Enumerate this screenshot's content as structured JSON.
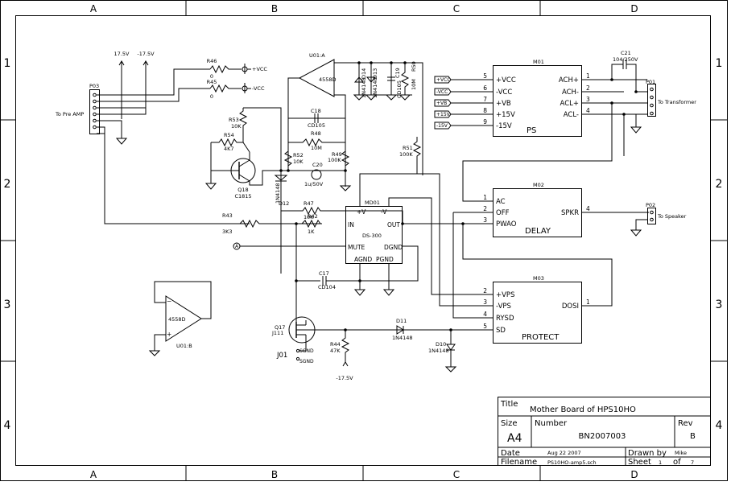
{
  "border": {
    "cols": [
      "A",
      "B",
      "C",
      "D"
    ],
    "rows": [
      "1",
      "2",
      "3",
      "4"
    ]
  },
  "title_block": {
    "title_label": "Title",
    "title": "Mother Board of HPS10HO",
    "size_label": "Size",
    "size": "A4",
    "number_label": "Number",
    "number": "BN2007003",
    "rev_label": "Rev",
    "rev": "B",
    "date_label": "Date",
    "date": "Aug 22 2007",
    "drawn_label": "Drawn by",
    "drawn": "Mike",
    "filename_label": "Filename",
    "filename": "PS10HO-amp5.sch",
    "sheet_label": "Sheet",
    "sheet": "1",
    "of_label": "of",
    "sheets": "7"
  },
  "rails": {
    "pos": "17.5V",
    "neg": "-17.5V",
    "neg_bottom": "-17.5V",
    "vcc": "+VCC",
    "neg_vcc": "-VCC"
  },
  "connectors": {
    "p03": {
      "ref": "P03",
      "label": "To Pre AMP"
    },
    "p01": {
      "ref": "P01",
      "label": "To Transformer"
    },
    "p02": {
      "ref": "P02",
      "label": "To Speaker"
    },
    "a_marker": "A"
  },
  "resistors": {
    "r46": {
      "ref": "R46",
      "val": "0"
    },
    "r45": {
      "ref": "R45",
      "val": "0"
    },
    "r53": {
      "ref": "R53",
      "val": "10K"
    },
    "r54": {
      "ref": "R54",
      "val": "4K7"
    },
    "r52": {
      "ref": "R52",
      "val": "10K"
    },
    "r48": {
      "ref": "R48",
      "val": "10M"
    },
    "r49": {
      "ref": "R49",
      "val": "100K"
    },
    "r51": {
      "ref": "R51",
      "val": "100K"
    },
    "r47": {
      "ref": "R47",
      "val": "10K"
    },
    "r42": {
      "ref": "R42",
      "val": "1K"
    },
    "r43": {
      "ref": "R43",
      "val": "3K3"
    },
    "r44": {
      "ref": "R44",
      "val": "47K"
    },
    "r50": {
      "ref": "R50",
      "val": "10M"
    }
  },
  "capacitors": {
    "c18": {
      "ref": "C18",
      "val": "CD105"
    },
    "c20": {
      "ref": "C20",
      "val": "1u/50V"
    },
    "c17": {
      "ref": "C17",
      "val": "CD104"
    },
    "c19": {
      "ref": "C19",
      "val": "CD105"
    },
    "c21": {
      "ref": "C21",
      "val": "104/250V"
    }
  },
  "semis": {
    "u01a": {
      "ref": "U01:A",
      "val": "4558D"
    },
    "u01b": {
      "ref": "U01:B",
      "val": "4558D"
    },
    "q18": {
      "ref": "Q18",
      "val": "C1815"
    },
    "q17": {
      "ref": "Q17",
      "val": "J111"
    },
    "j01": {
      "ref": "J01",
      "pin1": "SGND",
      "pin2": "SGND"
    },
    "d12": {
      "ref": "D12",
      "val": "1N4148"
    },
    "d14": {
      "ref": "D14",
      "val": "1N4148"
    },
    "d13": {
      "ref": "D13",
      "val": "1N4148"
    },
    "d11": {
      "ref": "D11",
      "val": "1N4148"
    },
    "d10": {
      "ref": "D10",
      "val": "1N4148"
    }
  },
  "md01": {
    "ref": "MD01",
    "name": "DS-300",
    "pins": {
      "pv": "+V",
      "nv": "-V",
      "in": "IN",
      "out": "OUT",
      "mute": "MUTE",
      "dgnd": "DGND",
      "agnd": "AGND",
      "pgnd": "PGND"
    }
  },
  "m01": {
    "ref": "M01",
    "name": "PS",
    "left_pins": [
      {
        "num": "5",
        "name": "+VCC",
        "port": "+VCC"
      },
      {
        "num": "6",
        "name": "-VCC",
        "port": "-VCC"
      },
      {
        "num": "7",
        "name": "+VB",
        "port": "+VB"
      },
      {
        "num": "8",
        "name": "+15V",
        "port": "+15V"
      },
      {
        "num": "9",
        "name": "-15V",
        "port": "-15V"
      }
    ],
    "right_pins": [
      {
        "num": "1",
        "name": "ACH+"
      },
      {
        "num": "2",
        "name": "ACH-"
      },
      {
        "num": "3",
        "name": "ACL+"
      },
      {
        "num": "4",
        "name": "ACL-"
      }
    ]
  },
  "m02": {
    "ref": "M02",
    "name": "DELAY",
    "left_pins": [
      {
        "num": "1",
        "name": "AC"
      },
      {
        "num": "2",
        "name": "OFF"
      },
      {
        "num": "3",
        "name": "PWAO"
      }
    ],
    "right_pins": [
      {
        "num": "4",
        "name": "SPKR"
      }
    ]
  },
  "m03": {
    "ref": "M03",
    "name": "PROTECT",
    "left_pins": [
      {
        "num": "2",
        "name": "+VPS"
      },
      {
        "num": "3",
        "name": "-VPS"
      },
      {
        "num": "4",
        "name": "RYSD"
      },
      {
        "num": "5",
        "name": "SD"
      }
    ],
    "right_pins": [
      {
        "num": "1",
        "name": "DOSI"
      }
    ]
  }
}
